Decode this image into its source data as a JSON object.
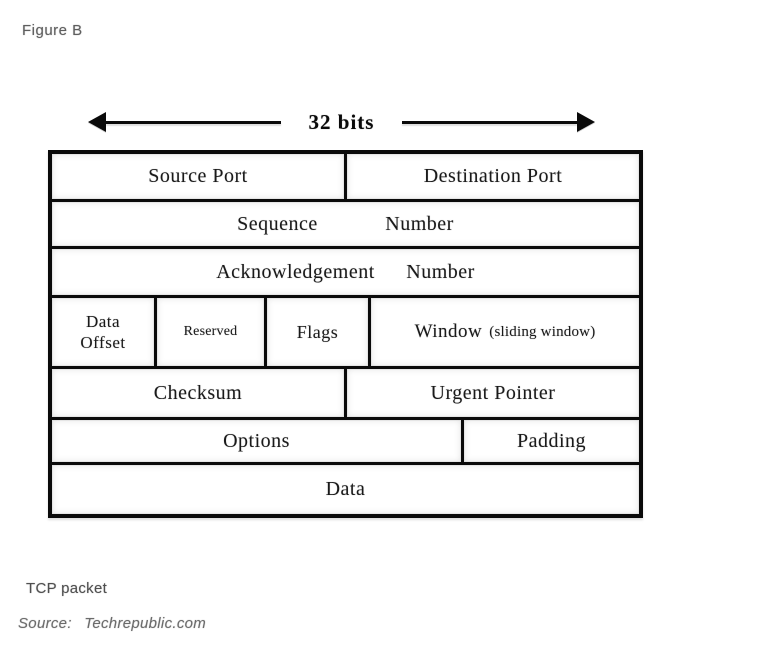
{
  "figure_label": "Figure B",
  "arrow": {
    "label": "32 bits"
  },
  "table": {
    "rows": [
      {
        "cells": [
          {
            "label": "Source Port"
          },
          {
            "label": "Destination Port"
          }
        ]
      },
      {
        "cells": [
          {
            "label": "Sequence Number"
          }
        ]
      },
      {
        "cells": [
          {
            "label": "Acknowledgement Number"
          }
        ]
      },
      {
        "cells": [
          {
            "label": "Data Offset"
          },
          {
            "label": "Reserved"
          },
          {
            "label": "Flags"
          },
          {
            "label": "Window",
            "sublabel": "(sliding window)"
          }
        ]
      },
      {
        "cells": [
          {
            "label": "Checksum"
          },
          {
            "label": "Urgent Pointer"
          }
        ]
      },
      {
        "cells": [
          {
            "label": "Options"
          },
          {
            "label": "Padding"
          }
        ]
      },
      {
        "cells": [
          {
            "label": "Data"
          }
        ]
      }
    ]
  },
  "caption": "TCP packet",
  "source": {
    "label": "Source:",
    "value": "Techrepublic.com"
  },
  "colors": {
    "line": "#0a0a0a",
    "muted_text": "#5e5e5e",
    "background": "#ffffff"
  }
}
